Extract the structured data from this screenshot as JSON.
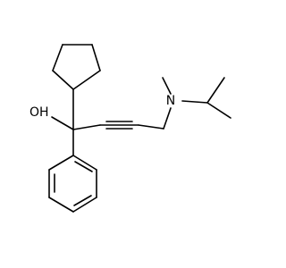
{
  "molecule": {
    "atoms": {
      "oxygen": {
        "element": "O",
        "label": "OH"
      },
      "nitrogen": {
        "element": "N",
        "label": "N"
      }
    },
    "groups": [
      "cyclopentyl",
      "phenyl",
      "alkyne",
      "N-methyl",
      "isopropyl"
    ],
    "colors": {
      "bond": "#000000",
      "background": "#ffffff",
      "text": "#000000"
    }
  }
}
